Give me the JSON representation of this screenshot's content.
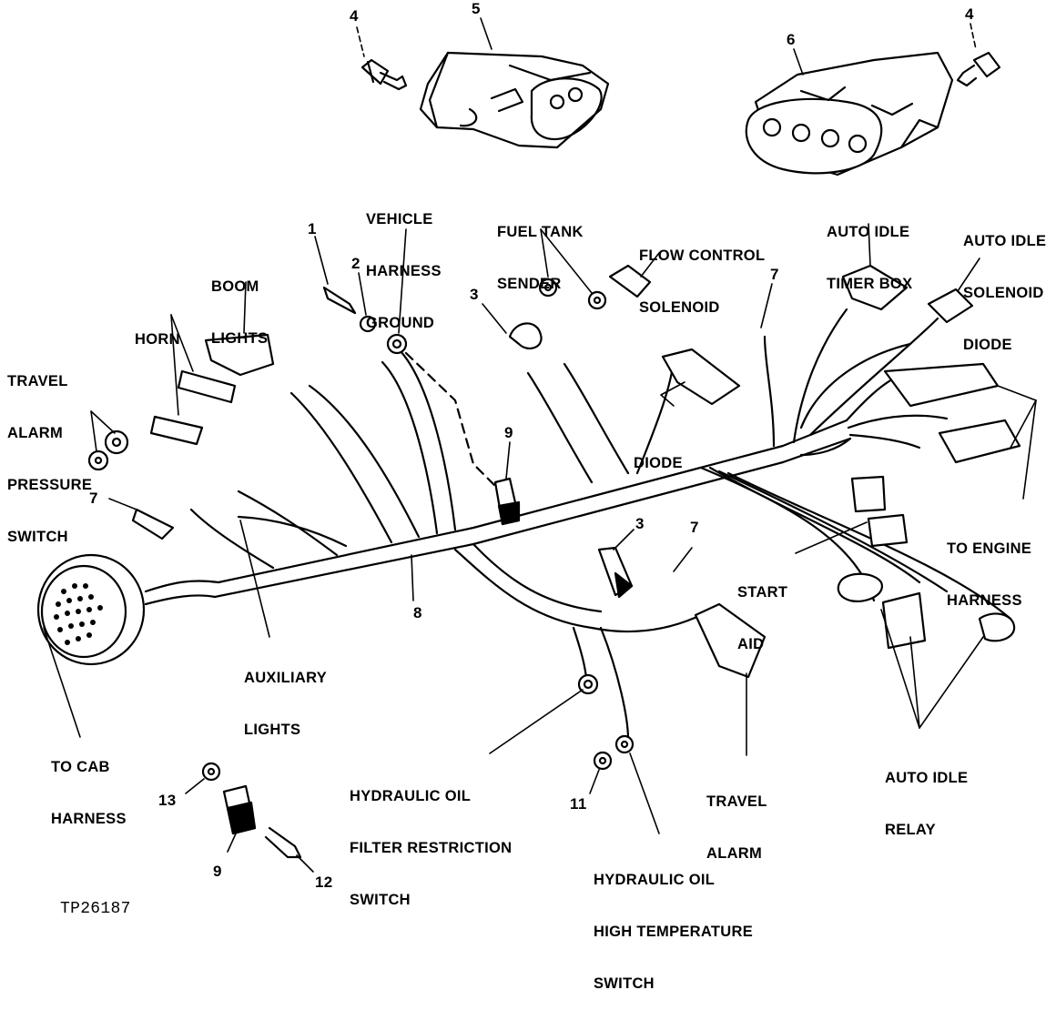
{
  "labels": {
    "travel_alarm_pressure_switch": [
      "TRAVEL",
      "ALARM",
      "PRESSURE",
      "SWITCH"
    ],
    "horn": [
      "HORN"
    ],
    "boom_lights": [
      "BOOM",
      "LIGHTS"
    ],
    "vehicle_harness_ground": [
      "VEHICLE",
      "HARNESS",
      "GROUND"
    ],
    "fuel_tank_sender": [
      "FUEL TANK",
      "SENDER"
    ],
    "flow_control_solenoid": [
      "FLOW CONTROL",
      "SOLENOID"
    ],
    "auto_idle_timer_box": [
      "AUTO IDLE",
      "TIMER BOX"
    ],
    "auto_idle_solenoid_diode": [
      "AUTO IDLE",
      "SOLENOID",
      "DIODE"
    ],
    "diode": [
      "DIODE"
    ],
    "to_engine_harness": [
      "TO ENGINE",
      "HARNESS"
    ],
    "start_aid": [
      "START",
      "AID"
    ],
    "auxiliary_lights": [
      "AUXILIARY",
      "LIGHTS"
    ],
    "to_cab_harness": [
      "TO CAB",
      "HARNESS"
    ],
    "hydraulic_oil_filter_restriction_switch": [
      "HYDRAULIC OIL",
      "FILTER RESTRICTION",
      "SWITCH"
    ],
    "travel_alarm": [
      "TRAVEL",
      "ALARM"
    ],
    "auto_idle_relay": [
      "AUTO IDLE",
      "RELAY"
    ],
    "hydraulic_oil_high_temperature_switch": [
      "HYDRAULIC OIL",
      "HIGH TEMPERATURE",
      "SWITCH"
    ]
  },
  "callouts": {
    "n4_left": "4",
    "n5": "5",
    "n6": "6",
    "n4_right": "4",
    "n1": "1",
    "n2": "2",
    "n3_top": "3",
    "n7_top": "7",
    "n9_mid": "9",
    "n7_left": "7",
    "n8": "8",
    "n3_mid": "3",
    "n7_mid": "7",
    "n13": "13",
    "n11": "11",
    "n9_bottom": "9",
    "n12": "12"
  },
  "figure_code": "TP26187"
}
